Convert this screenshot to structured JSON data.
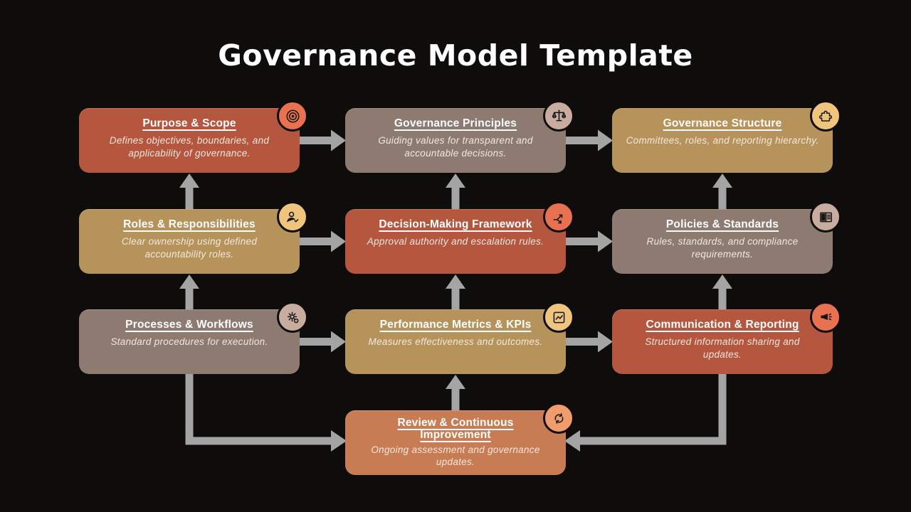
{
  "title": "Governance Model Template",
  "colors": {
    "background": "#0e0d0b",
    "arrow": "#a4a4a4",
    "title_text": "#ffffff",
    "card_title_text": "#ffffff",
    "card_desc_text": "#f2e7df",
    "icon_glyph": "#161616",
    "terracotta_card": "#b5563f",
    "gold_card": "#b6935a",
    "mauve_card": "#8d7a71",
    "salmon_card": "#c87c53",
    "orange_badge": "#e8724f",
    "gold_badge": "#efc57e",
    "mauve_badge": "#c8aca0",
    "salmon_badge": "#f19c6d"
  },
  "cards": [
    {
      "id": "purpose-scope",
      "title": "Purpose & Scope",
      "description": "Defines objectives, boundaries, and applicability of governance.",
      "bg": "#b5563f",
      "icon": "target-icon",
      "icon_bg": "#e8724f",
      "col": 0,
      "row": 0
    },
    {
      "id": "governance-principles",
      "title": "Governance Principles",
      "description": "Guiding values for transparent and accountable decisions.",
      "bg": "#8d7a71",
      "icon": "scales-icon",
      "icon_bg": "#c8aca0",
      "col": 1,
      "row": 0
    },
    {
      "id": "governance-structure",
      "title": "Governance Structure",
      "description": "Committees, roles, and reporting hierarchy.",
      "bg": "#b6935a",
      "icon": "puzzle-icon",
      "icon_bg": "#efc57e",
      "col": 2,
      "row": 0
    },
    {
      "id": "roles-responsibilities",
      "title": "Roles & Responsibilities",
      "description": "Clear ownership using defined accountability roles.",
      "bg": "#b6935a",
      "icon": "person-check-icon",
      "icon_bg": "#efc57e",
      "col": 0,
      "row": 1
    },
    {
      "id": "decision-making-framework",
      "title": "Decision-Making Framework",
      "description": "Approval authority and escalation rules.",
      "bg": "#b5563f",
      "icon": "split-arrows-icon",
      "icon_bg": "#e8724f",
      "col": 1,
      "row": 1
    },
    {
      "id": "policies-standards",
      "title": "Policies & Standards",
      "description": "Rules, standards, and compliance requirements.",
      "bg": "#8d7a71",
      "icon": "book-icon",
      "icon_bg": "#c8aca0",
      "col": 2,
      "row": 1
    },
    {
      "id": "processes-workflows",
      "title": "Processes & Workflows",
      "description": "Standard procedures for execution.",
      "bg": "#8d7a71",
      "icon": "gear-plus-icon",
      "icon_bg": "#c8aca0",
      "col": 0,
      "row": 2
    },
    {
      "id": "performance-metrics-kpis",
      "title": "Performance Metrics & KPIs",
      "description": "Measures effectiveness and outcomes.",
      "bg": "#b6935a",
      "icon": "line-chart-icon",
      "icon_bg": "#efc57e",
      "col": 1,
      "row": 2
    },
    {
      "id": "communication-reporting",
      "title": "Communication & Reporting",
      "description": "Structured information sharing and updates.",
      "bg": "#b5563f",
      "icon": "megaphone-icon",
      "icon_bg": "#e8724f",
      "col": 2,
      "row": 2
    },
    {
      "id": "review-continuous-improvement",
      "title": "Review & Continuous Improvement",
      "description": "Ongoing assessment and governance updates.",
      "bg": "#c87c53",
      "icon": "refresh-icon",
      "icon_bg": "#f19c6d",
      "col": 1,
      "row": 3
    }
  ],
  "connections": [
    {
      "from": "purpose-scope",
      "to": "governance-principles",
      "dir": "right"
    },
    {
      "from": "governance-principles",
      "to": "governance-structure",
      "dir": "right"
    },
    {
      "from": "roles-responsibilities",
      "to": "decision-making-framework",
      "dir": "right"
    },
    {
      "from": "decision-making-framework",
      "to": "policies-standards",
      "dir": "right"
    },
    {
      "from": "processes-workflows",
      "to": "performance-metrics-kpis",
      "dir": "right"
    },
    {
      "from": "performance-metrics-kpis",
      "to": "communication-reporting",
      "dir": "right"
    },
    {
      "from": "roles-responsibilities",
      "to": "purpose-scope",
      "dir": "up"
    },
    {
      "from": "decision-making-framework",
      "to": "governance-principles",
      "dir": "up"
    },
    {
      "from": "policies-standards",
      "to": "governance-structure",
      "dir": "up"
    },
    {
      "from": "processes-workflows",
      "to": "roles-responsibilities",
      "dir": "up"
    },
    {
      "from": "performance-metrics-kpis",
      "to": "decision-making-framework",
      "dir": "up"
    },
    {
      "from": "communication-reporting",
      "to": "policies-standards",
      "dir": "up"
    },
    {
      "from": "review-continuous-improvement",
      "to": "performance-metrics-kpis",
      "dir": "up"
    },
    {
      "from": "processes-workflows",
      "to": "review-continuous-improvement",
      "dir": "elbow-down-right"
    },
    {
      "from": "communication-reporting",
      "to": "review-continuous-improvement",
      "dir": "elbow-down-left"
    }
  ]
}
